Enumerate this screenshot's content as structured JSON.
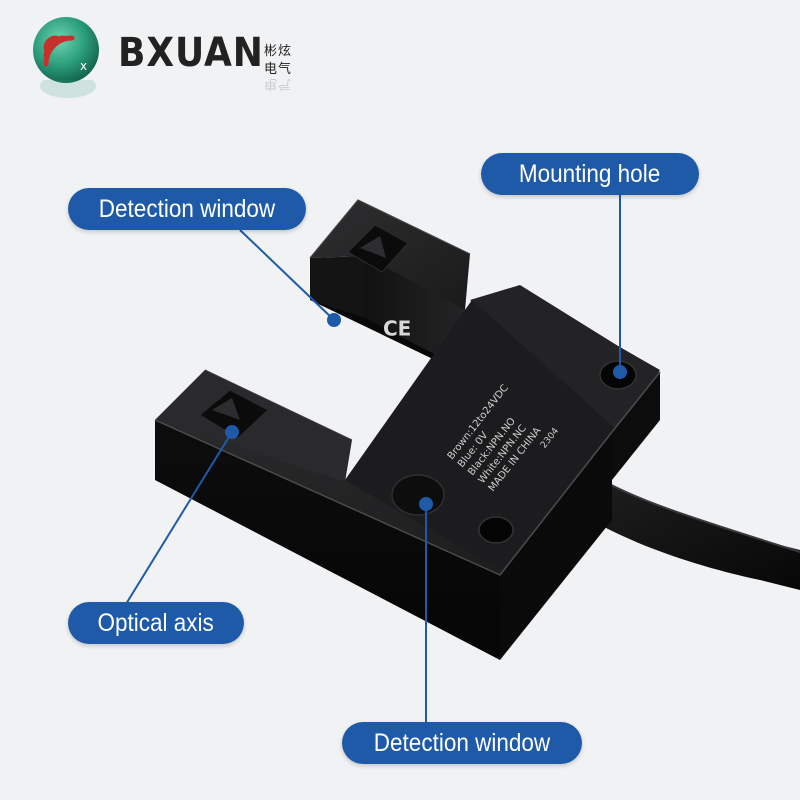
{
  "brand": {
    "name": "BXUAN",
    "chinese_line1": "彬炫",
    "chinese_line2": "电气",
    "logo_icon": "wifi-signal-globe-logo",
    "colors": {
      "logo_teal": "#2a9d7a",
      "logo_red": "#c8302c",
      "text": "#222222"
    }
  },
  "callouts": {
    "top_left": "Detection window",
    "top_right": "Mounting hole",
    "bottom_left": "Optical axis",
    "bottom_center": "Detection window",
    "color": "#1f5aa8"
  },
  "sensor_label": {
    "ce_mark": "CE",
    "lines": [
      "Brown:12to24VDC",
      "Blue: 0V",
      "Black:NPN.NO",
      "White:NPN.NC",
      "MADE IN CHINA"
    ],
    "batch_code": "2304"
  },
  "colors": {
    "background": "#f1f2f4",
    "sensor_body": "#151515",
    "line": "#1f5aa8"
  }
}
